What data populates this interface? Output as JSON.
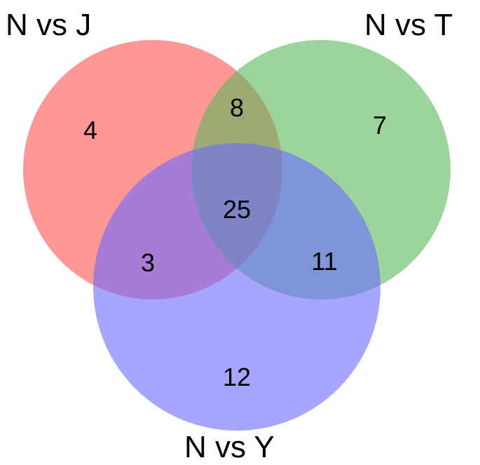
{
  "sets": [
    {
      "label": "N vs J",
      "color": "#ff6b6b"
    },
    {
      "label": "N vs T",
      "color": "#5cb85c"
    },
    {
      "label": "N vs Y",
      "color": "#6b6bff"
    }
  ],
  "regions": {
    "j_only": "4",
    "t_only": "7",
    "y_only": "12",
    "j_t": "8",
    "j_y": "3",
    "t_y": "11",
    "j_t_y": "25"
  }
}
